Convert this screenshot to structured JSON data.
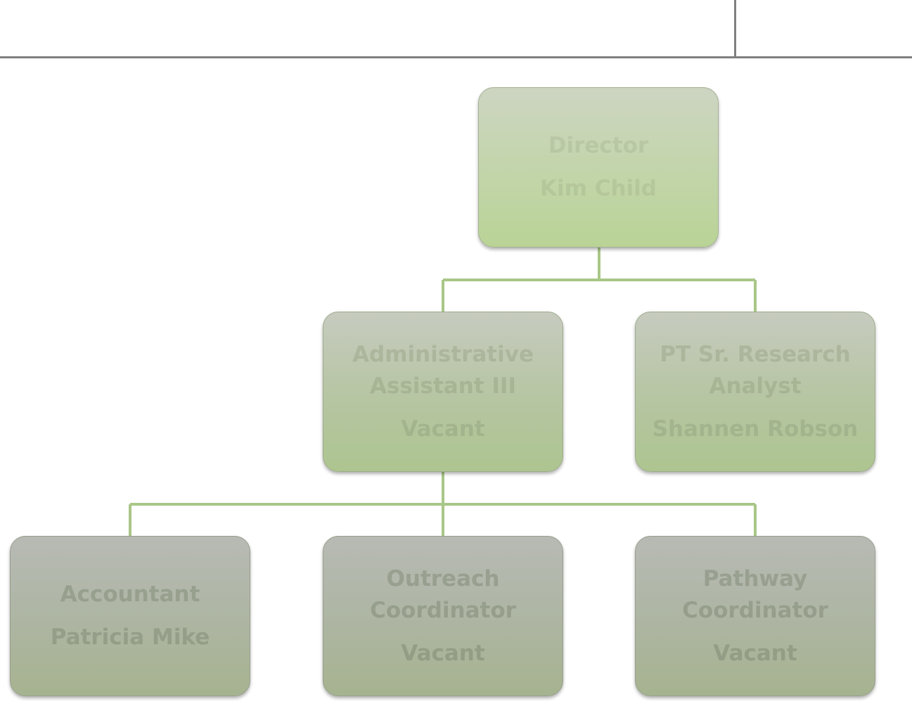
{
  "org_chart": {
    "director": {
      "title": "Director",
      "name": "Kim Child"
    },
    "admin_assistant": {
      "title": "Administrative Assistant III",
      "name": "Vacant"
    },
    "research_analyst": {
      "title": "PT Sr. Research Analyst",
      "name": "Shannen Robson"
    },
    "accountant": {
      "title": "Accountant",
      "name": "Patricia Mike"
    },
    "outreach_coordinator": {
      "title": "Outreach Coordinator",
      "name": "Vacant"
    },
    "pathway_coordinator": {
      "title": "Pathway Coordinator",
      "name": "Vacant"
    }
  },
  "colors": {
    "connector": "#a9c787",
    "header_rule": "#7f7f7f"
  }
}
